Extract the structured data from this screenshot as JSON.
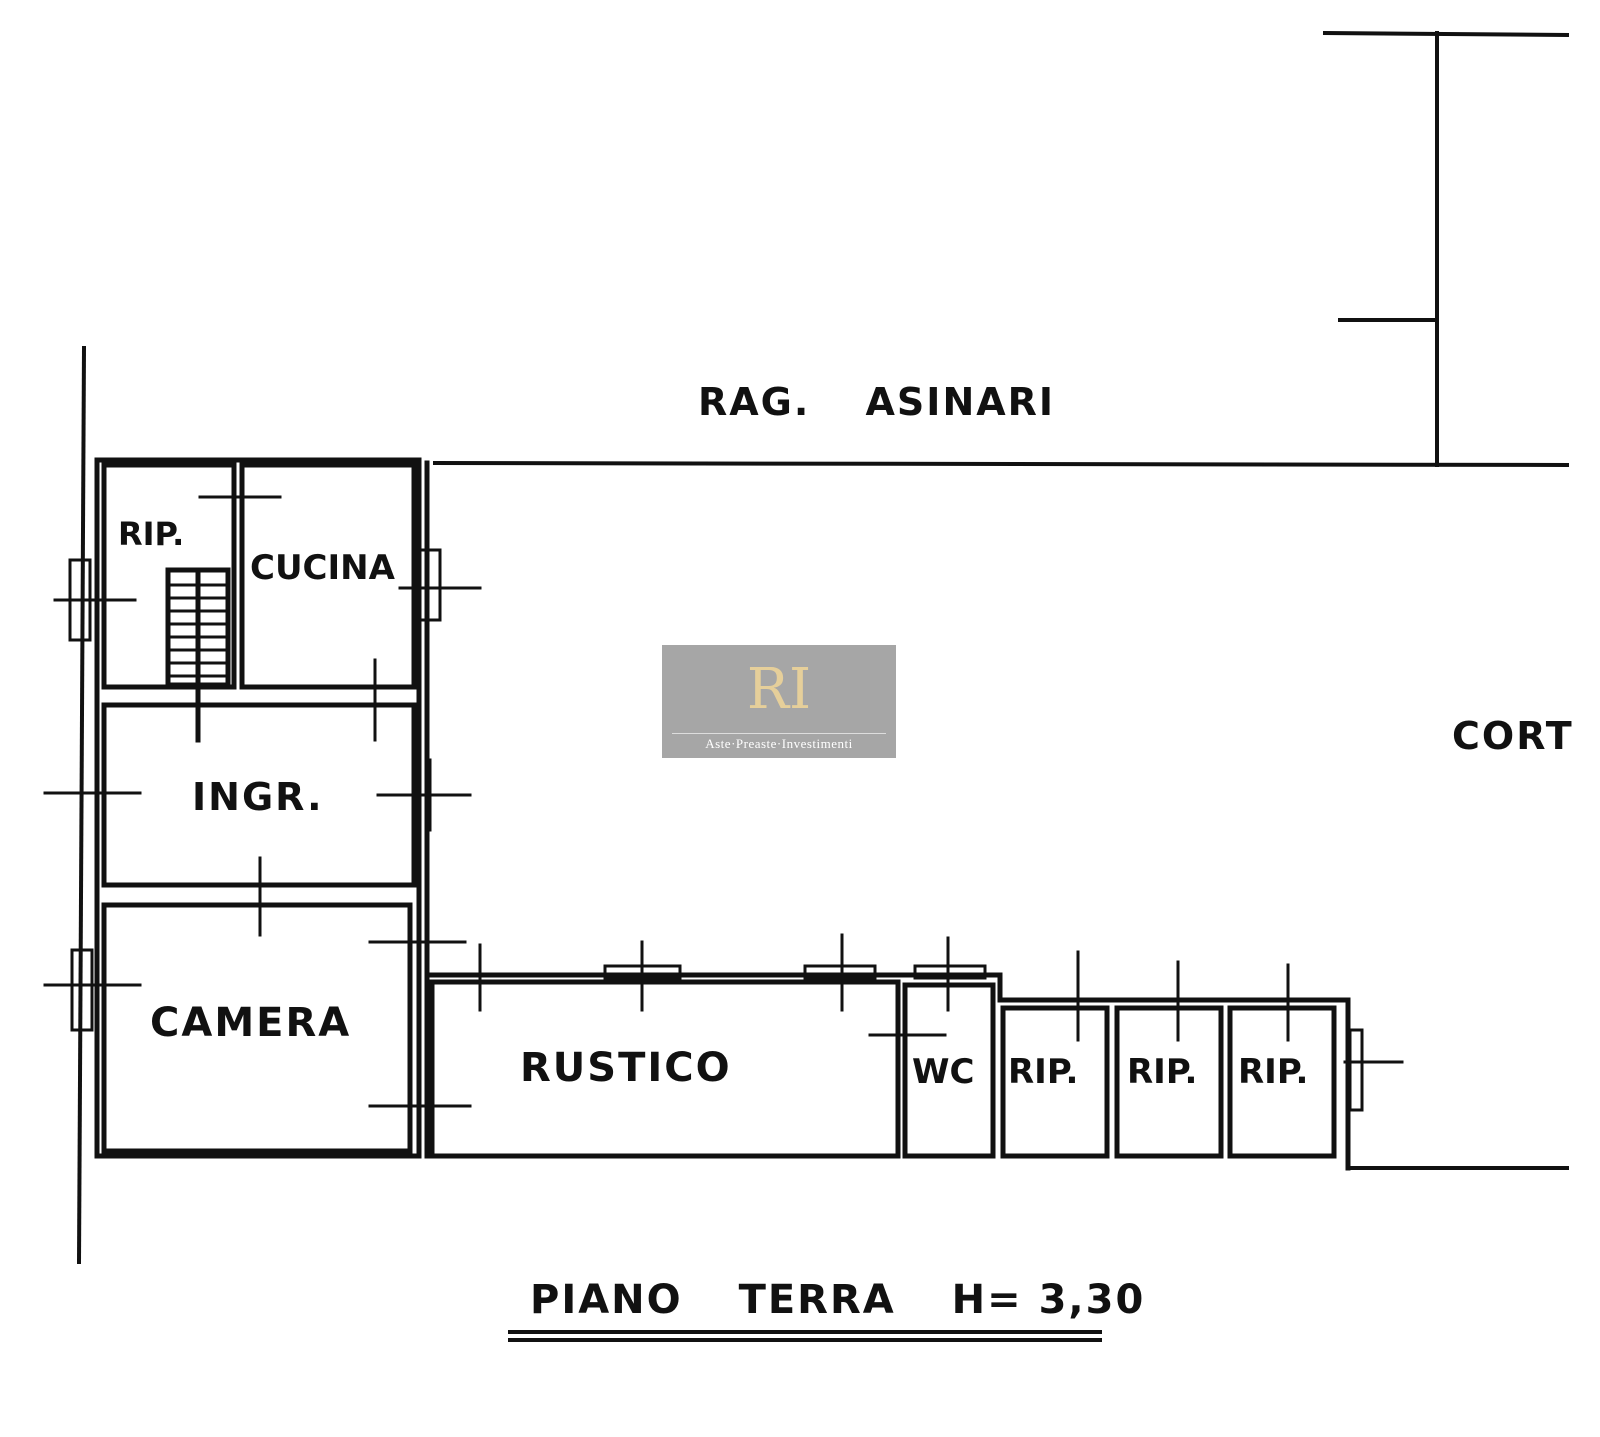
{
  "street_label": "RAG. ASINARI",
  "courtyard_label": "CORT",
  "rooms": {
    "rip_top": "RIP.",
    "cucina": "CUCINA",
    "ingresso": "INGR.",
    "camera": "CAMERA",
    "rustico": "RUSTICO",
    "wc": "WC",
    "rip_1": "RIP.",
    "rip_2": "RIP.",
    "rip_3": "RIP."
  },
  "floor_title": "PIANO TERRA",
  "floor_height": "H= 3,30",
  "watermark": {
    "logo": "RI",
    "tagline": "Aste·Preaste·Investimenti"
  }
}
